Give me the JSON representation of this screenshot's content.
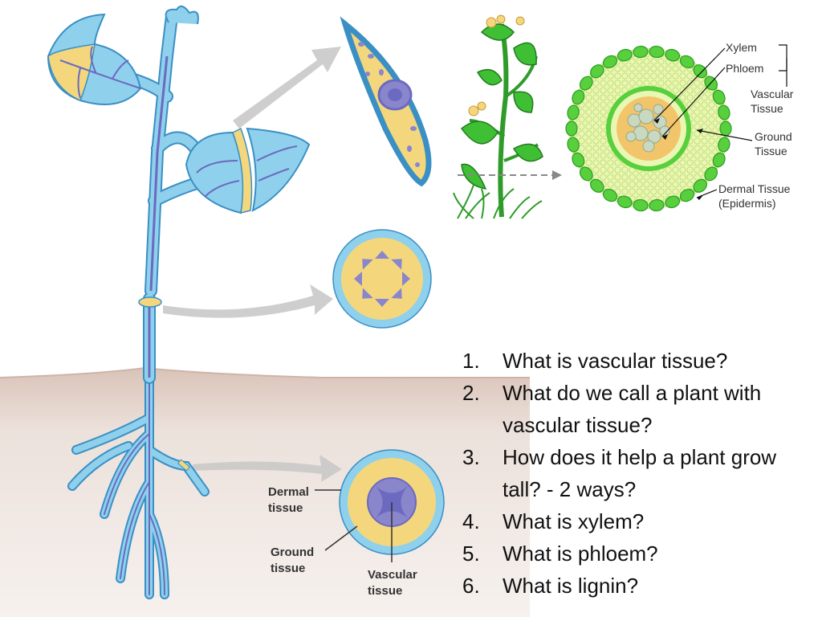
{
  "colors": {
    "tissue_blue": "#8fd0ec",
    "tissue_outline": "#3a8fc4",
    "ground_yellow": "#f4d77c",
    "vascular_purple": "#8a86cc",
    "soil": "#e6d8d0",
    "arrow_gray": "#c8c8c8",
    "epidermis_green": "#46c93a",
    "ground_green": "#e3f5a0"
  },
  "labels": {
    "dermal": "Dermal tissue",
    "dermal_line1": "Dermal",
    "dermal_line2": "tissue",
    "ground_line1": "Ground",
    "ground_line2": "tissue",
    "vascular_line1": "Vascular",
    "vascular_line2": "tissue"
  },
  "cross_section": {
    "xylem": "Xylem",
    "phloem": "Phloem",
    "vascular_line1": "Vascular",
    "vascular_line2": "Tissue",
    "ground_line1": "Ground",
    "ground_line2": "Tissue",
    "dermal_line1": "Dermal Tissue",
    "dermal_line2": "(Epidermis)"
  },
  "questions": [
    {
      "num": "1.",
      "text": "What is vascular tissue?"
    },
    {
      "num": "2.",
      "text": "What do we call a plant with vascular tissue?"
    },
    {
      "num": "3.",
      "text": "How does it help a plant grow tall?  - 2 ways?"
    },
    {
      "num": "4.",
      "text": "What is xylem?"
    },
    {
      "num": "5.",
      "text": "What is phloem?"
    },
    {
      "num": "6.",
      "text": "What is lignin?"
    }
  ]
}
